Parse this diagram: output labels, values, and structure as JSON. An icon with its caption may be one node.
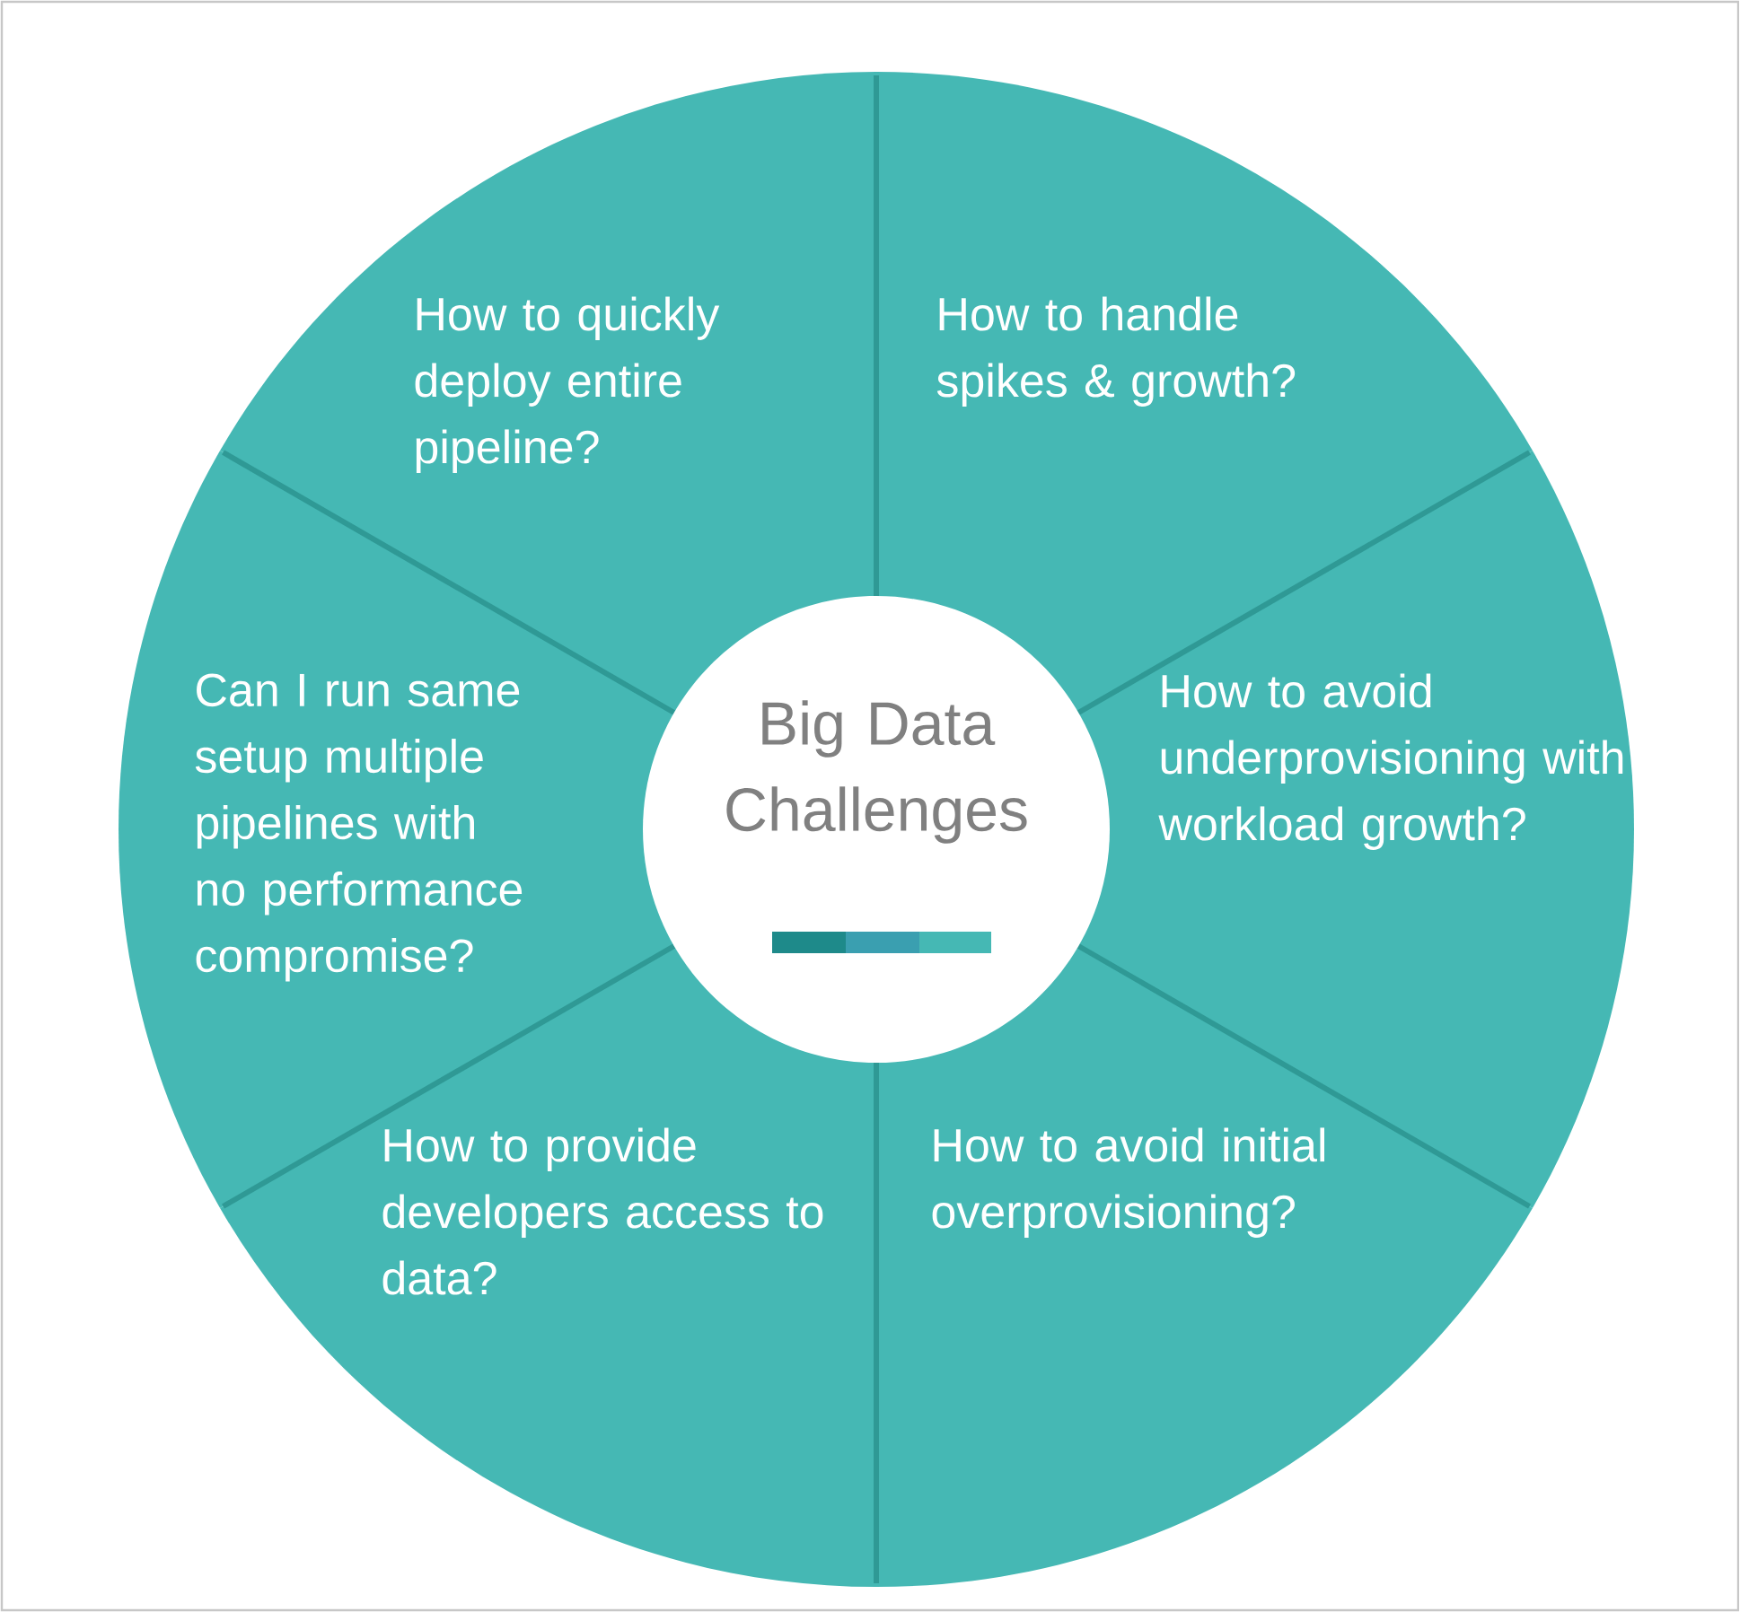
{
  "diagram": {
    "nodes": [
      {
        "text": [
          "How to quickly deploy entire pipeline?"
        ]
      },
      {
        "text": [
          "How to handle spikes & growth?"
        ]
      },
      {
        "text": [
          "Can I run same setup multiple pipelines with no performance compromise?"
        ]
      },
      {
        "text": [
          "Big Data Challenges"
        ]
      },
      {
        "text": [
          "How to avoid underprovisioning with workload growth?"
        ]
      },
      {
        "text": [
          "How to provide developers access to data?"
        ]
      },
      {
        "text": [
          "How to avoid initial overprovisioning?"
        ]
      }
    ]
  }
}
